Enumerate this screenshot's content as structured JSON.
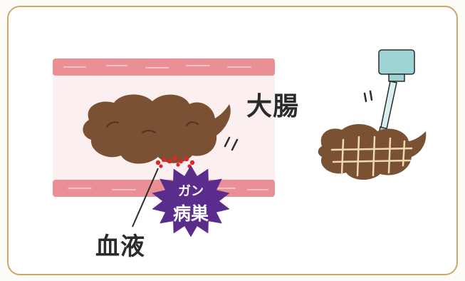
{
  "labels": {
    "large_intestine": "大腸",
    "blood": "血液",
    "badge_line1": "ガン",
    "badge_line2": "病巣"
  },
  "colors": {
    "frame_border": "#c9a86a",
    "intestine_wall": "#ea8f95",
    "intestine_inner": "#fbeff0",
    "stool": "#7a5233",
    "stool_line": "#4d3320",
    "blood_spots": "#d82828",
    "tumor_badge": "#5a2d8c",
    "test_tube": "#9fd3d4",
    "grid_lines": "#f1d9b0"
  },
  "icons": {
    "intestine": "intestine-illustration",
    "stool": "stool-illustration",
    "tumor": "tumor-starburst-icon",
    "collector": "sampling-stick-icon",
    "sample": "stool-sample-grid-illustration"
  }
}
